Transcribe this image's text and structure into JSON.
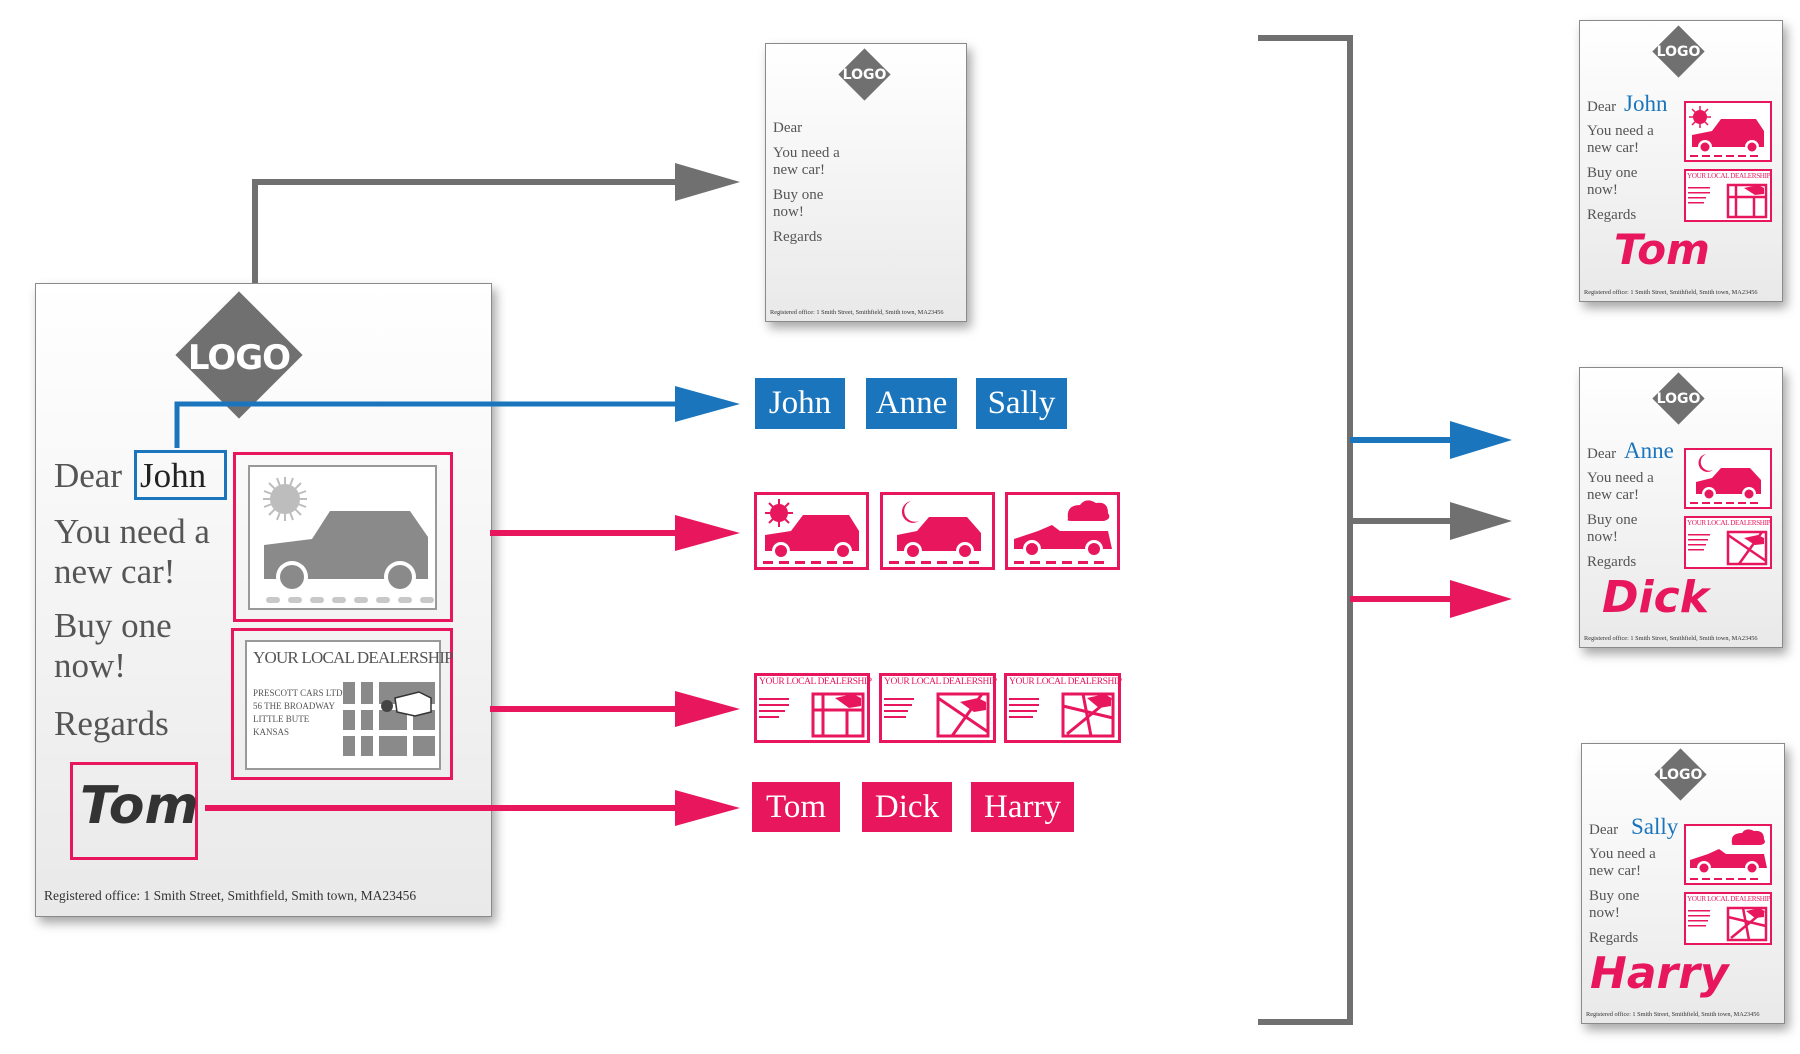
{
  "colors": {
    "blue": "#1a75bc",
    "pink": "#e8175d",
    "gray": "#707070"
  },
  "master": {
    "logo": "LOGO",
    "dear": "Dear",
    "name": "John",
    "line1": "You need a",
    "line2": "new car!",
    "line3": "Buy one",
    "line4": "now!",
    "regards": "Regards",
    "signature": "Tom",
    "dealer_title": "YOUR LOCAL DEALERSHIP",
    "dealer_address": [
      "PRESCOTT CARS LTD",
      "56 THE BROADWAY",
      "LITTLE BUTE",
      "KANSAS"
    ],
    "footer": "Registered office: 1 Smith Street, Smithfield, Smith town, MA23456"
  },
  "template": {
    "logo": "LOGO",
    "dear": "Dear",
    "line1": "You need a",
    "line2": "new car!",
    "line3": "Buy one",
    "line4": "now!",
    "regards": "Regards",
    "footer": "Registered office: 1 Smith Street, Smithfield, Smith town, MA23456"
  },
  "variables": {
    "names": [
      "John",
      "Anne",
      "Sally"
    ],
    "car_images": [
      "sun",
      "moon",
      "cloud"
    ],
    "dealer_title": "YOUR LOCAL DEALERSHIP",
    "signatures": [
      "Tom",
      "Dick",
      "Harry"
    ]
  },
  "outputs": [
    {
      "name": "John",
      "signature": "Tom",
      "image": "sun"
    },
    {
      "name": "Anne",
      "signature": "Dick",
      "image": "moon"
    },
    {
      "name": "Sally",
      "signature": "Harry",
      "image": "cloud"
    }
  ]
}
